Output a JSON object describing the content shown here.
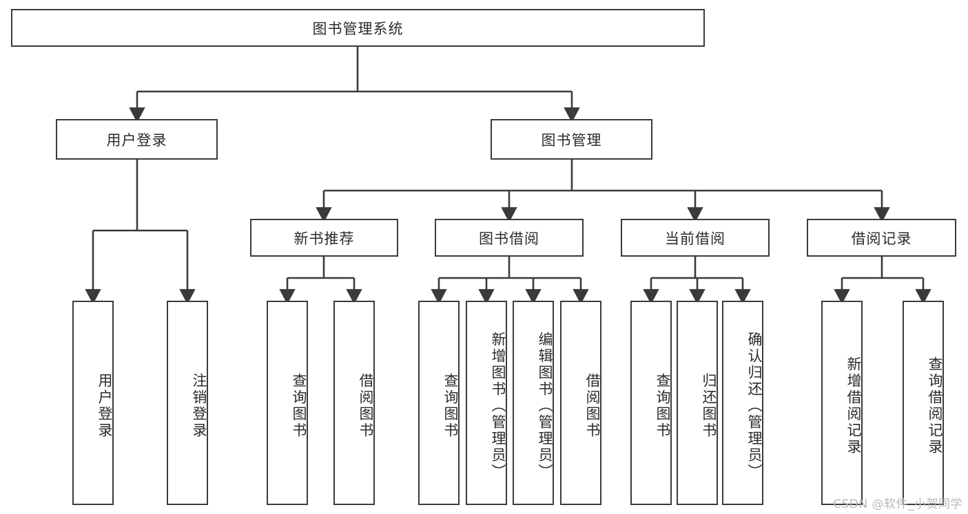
{
  "diagram": {
    "title": "图书管理系统",
    "type": "tree-hierarchy",
    "watermark": "CSDN @软件_小贺同学",
    "colors": {
      "box_border": "#3a3a3a",
      "connector": "#3a3a3a",
      "text": "#2b2b2b",
      "background": "#ffffff",
      "watermark": "#b8b8b8"
    },
    "root": {
      "label": "图书管理系统"
    },
    "level2": [
      {
        "label": "用户登录"
      },
      {
        "label": "图书管理"
      }
    ],
    "level3": [
      {
        "label": "新书推荐"
      },
      {
        "label": "图书借阅"
      },
      {
        "label": "当前借阅"
      },
      {
        "label": "借阅记录"
      }
    ],
    "leaves": {
      "user_login": [
        {
          "label": "用户登录"
        },
        {
          "label": "注销登录"
        }
      ],
      "new_book_recommend": [
        {
          "label": "查询图书"
        },
        {
          "label": "借阅图书"
        }
      ],
      "book_borrow": [
        {
          "label": "查询图书"
        },
        {
          "label": "新增图书（管理员）"
        },
        {
          "label": "编辑图书（管理员）"
        },
        {
          "label": "借阅图书"
        }
      ],
      "current_borrow": [
        {
          "label": "查询图书"
        },
        {
          "label": "归还图书"
        },
        {
          "label": "确认归还（管理员）"
        }
      ],
      "borrow_records": [
        {
          "label": "新增借阅记录"
        },
        {
          "label": "查询借阅记录"
        }
      ]
    }
  }
}
